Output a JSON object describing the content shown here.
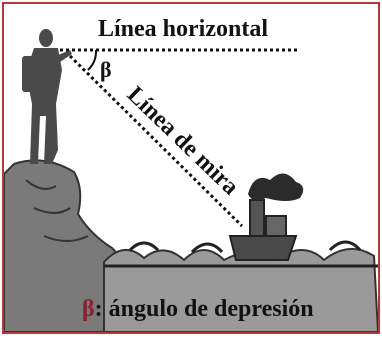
{
  "labels": {
    "horizontal_line": "Línea horizontal",
    "line_of_sight": "Línea de mira",
    "angle_symbol": "β",
    "caption_symbol": "β",
    "caption_text": ": ángulo de depresión"
  },
  "colors": {
    "frame": "#b33a3a",
    "ink": "#111111",
    "silhouette": "#4a4a4a",
    "rock": "#7a7a7a",
    "wave": "#9a9a9a"
  }
}
